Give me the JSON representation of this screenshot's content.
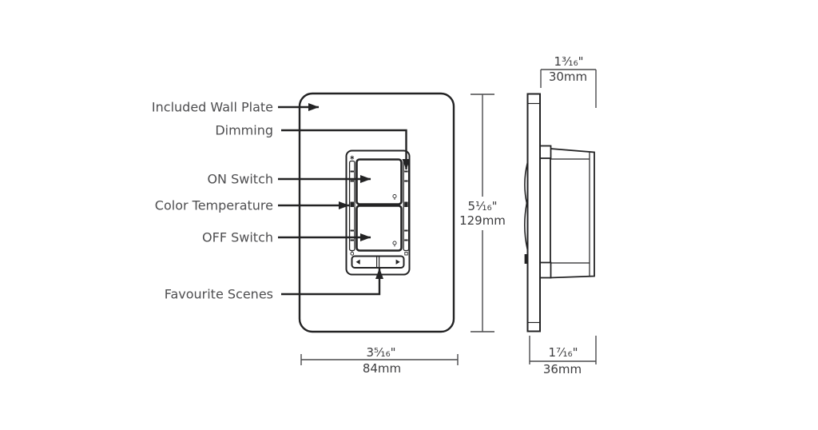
{
  "callouts": {
    "included_wall_plate": "Included Wall Plate",
    "dimming": "Dimming",
    "on_switch": "ON Switch",
    "color_temperature": "Color Temperature",
    "off_switch": "OFF Switch",
    "favourite_scenes": "Favourite Scenes"
  },
  "dimensions": {
    "front_height": {
      "imperial": "5¹⁄₁₆\"",
      "metric": "129mm"
    },
    "front_width": {
      "imperial": "3⁵⁄₁₆\"",
      "metric": "84mm"
    },
    "side_depth_body": {
      "imperial": "1³⁄₁₆\"",
      "metric": "30mm"
    },
    "side_depth_total": {
      "imperial": "1⁷⁄₁₆\"",
      "metric": "36mm"
    }
  },
  "icons": {
    "bezel_top_left": "asterisk-icon",
    "bezel_bottom_left": "lamp-dot-icon",
    "bezel_bottom_right": "square-icon",
    "on_button_corner": "bulb-icon",
    "off_button_corner": "bulb-icon",
    "scene_left": "left-arrow-icon",
    "scene_right": "right-arrow-icon"
  },
  "colors": {
    "outline": "#232324",
    "dimension_line": "#4a4a4c",
    "label_text": "#4e4e50",
    "background": "#ffffff"
  }
}
